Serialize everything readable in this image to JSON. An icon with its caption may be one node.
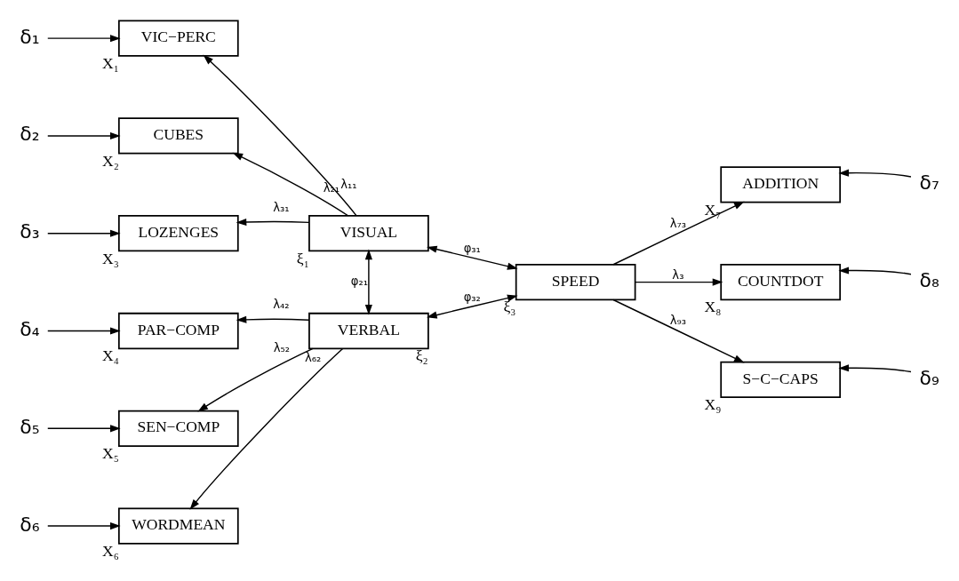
{
  "diagram": {
    "nodes": [
      {
        "text": [
          "VIC−PERC"
        ],
        "beside": [
          "X₁"
        ]
      },
      {
        "text": [
          "CUBES"
        ],
        "beside": [
          "X₂"
        ]
      },
      {
        "text": [
          "LOZENGES"
        ],
        "beside": [
          "X₃"
        ]
      },
      {
        "text": [
          "PAR−COMP"
        ],
        "beside": [
          "X₄"
        ]
      },
      {
        "text": [
          "SEN−COMP"
        ],
        "beside": [
          "X₅"
        ]
      },
      {
        "text": [
          "WORDMEAN"
        ],
        "beside": [
          "X₆"
        ]
      },
      {
        "text": [
          "VISUAL"
        ],
        "beside": [
          "ξ₁"
        ]
      },
      {
        "text": [
          "VERBAL"
        ],
        "beside": [
          "ξ₂"
        ]
      },
      {
        "text": [
          "SPEED"
        ],
        "beside": [
          "ξ₃"
        ]
      },
      {
        "text": [
          "ADDITION"
        ],
        "beside": [
          "X₇"
        ]
      },
      {
        "text": [
          "COUNTDOT"
        ],
        "beside": [
          "X₈"
        ]
      },
      {
        "text": [
          "S−C−CAPS"
        ],
        "beside": [
          "X₉"
        ]
      },
      {
        "text": [
          "δ₁"
        ]
      },
      {
        "text": [
          "δ₂"
        ]
      },
      {
        "text": [
          "δ₃"
        ]
      },
      {
        "text": [
          "δ₄"
        ]
      },
      {
        "text": [
          "δ₅"
        ]
      },
      {
        "text": [
          "δ₆"
        ]
      },
      {
        "text": [
          "δ₇"
        ]
      },
      {
        "text": [
          "δ₈"
        ]
      },
      {
        "text": [
          "δ₉"
        ]
      }
    ],
    "edges": [
      {
        "from": 12,
        "to": 0,
        "arrow": "to"
      },
      {
        "from": 13,
        "to": 1,
        "arrow": "to"
      },
      {
        "from": 14,
        "to": 2,
        "arrow": "to"
      },
      {
        "from": 15,
        "to": 3,
        "arrow": "to"
      },
      {
        "from": 16,
        "to": 4,
        "arrow": "to"
      },
      {
        "from": 17,
        "to": 5,
        "arrow": "to"
      },
      {
        "from": 6,
        "to": 0,
        "arrow": "to",
        "label": "λ₁₁"
      },
      {
        "from": 6,
        "to": 1,
        "arrow": "to",
        "label": "λ₂₁"
      },
      {
        "from": 6,
        "to": 2,
        "arrow": "to",
        "label": "λ₃₁"
      },
      {
        "from": 7,
        "to": 3,
        "arrow": "to",
        "label": "λ₄₂"
      },
      {
        "from": 7,
        "to": 4,
        "arrow": "to",
        "label": "λ₅₂"
      },
      {
        "from": 7,
        "to": 5,
        "arrow": "to",
        "label": "λ₆₂"
      },
      {
        "from": 6,
        "to": 7,
        "arrow": "both",
        "label": "φ₂₁"
      },
      {
        "from": 6,
        "to": 8,
        "arrow": "both",
        "label": "φ₃₁"
      },
      {
        "from": 7,
        "to": 8,
        "arrow": "both",
        "label": "φ₃₂"
      },
      {
        "from": 8,
        "to": 9,
        "arrow": "to",
        "label": "λ₇₃"
      },
      {
        "from": 8,
        "to": 10,
        "arrow": "to",
        "label": "λ₃"
      },
      {
        "from": 8,
        "to": 11,
        "arrow": "to",
        "label": "λ₉₃"
      },
      {
        "from": 18,
        "to": 9,
        "arrow": "to"
      },
      {
        "from": 19,
        "to": 10,
        "arrow": "to"
      },
      {
        "from": 20,
        "to": 11,
        "arrow": "to"
      }
    ]
  }
}
